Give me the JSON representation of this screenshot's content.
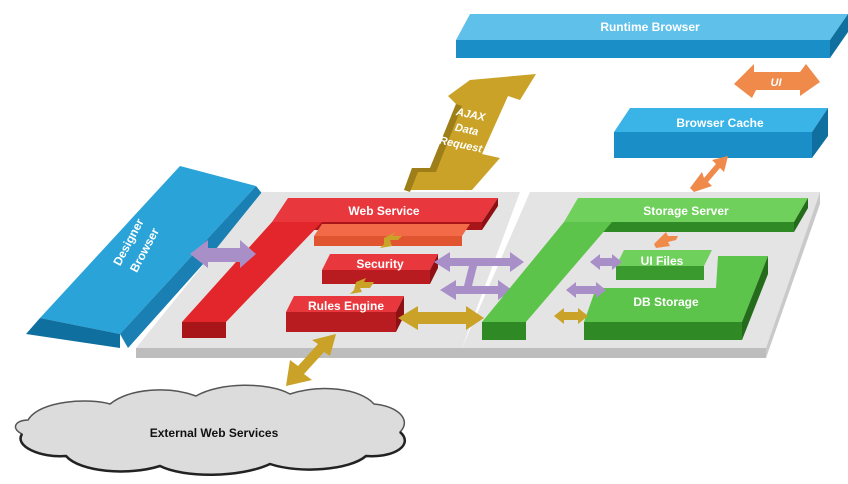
{
  "labels": {
    "runtime_browser": "Runtime Browser",
    "ui_arrow": "UI",
    "browser_cache": "Browser Cache",
    "ajax_line1": "AJAX",
    "ajax_line2": "Data",
    "ajax_line3": "Request",
    "designer_line1": "Designer",
    "designer_line2": "Browser",
    "web_service": "Web Service",
    "security": "Security",
    "rules_engine": "Rules Engine",
    "storage_server": "Storage Server",
    "ui_files": "UI Files",
    "db_storage": "DB Storage",
    "external_web_services": "External Web Services"
  },
  "colors": {
    "blue_top": "#29a3d8",
    "blue_side": "#0f6f9f",
    "red_top": "#e2262b",
    "red_side": "#a8161a",
    "orange_top": "#f2623a",
    "green_top": "#5cc44a",
    "green_side": "#2f8a25",
    "platform": "#d9d9d9",
    "gold": "#c9a227",
    "purple": "#a98fc8",
    "orange_arrow": "#f08a4b"
  }
}
